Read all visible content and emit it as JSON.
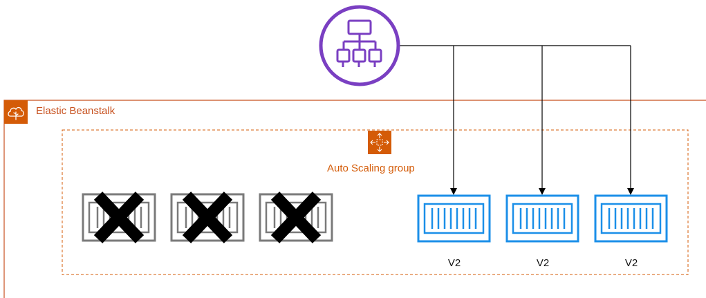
{
  "group": {
    "title": "Elastic Beanstalk",
    "color": "#c7511f"
  },
  "autoscaling": {
    "title": "Auto Scaling group",
    "color": "#d45b07"
  },
  "load_balancer": {
    "icon": "load-balancer-icon",
    "color": "#7a3fc2"
  },
  "old_instances": {
    "count": 3,
    "icon": "container-icon",
    "color": "#7a7a7a",
    "status": "terminated",
    "overlay_icon": "x-mark-icon"
  },
  "new_instances": {
    "icon": "container-icon",
    "color": "#1b8fe8",
    "items": [
      {
        "label": "V2"
      },
      {
        "label": "V2"
      },
      {
        "label": "V2"
      }
    ]
  },
  "connections": {
    "from": "load_balancer",
    "to": [
      "new_instances.0",
      "new_instances.1",
      "new_instances.2"
    ],
    "style": "arrow"
  }
}
